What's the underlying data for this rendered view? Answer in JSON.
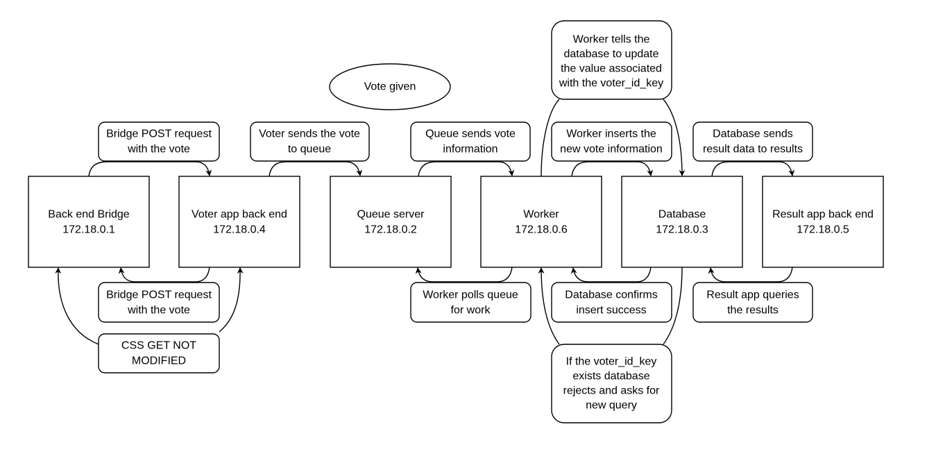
{
  "colors": {
    "stroke": "#000000",
    "fill": "#ffffff",
    "text": "#000000"
  },
  "title_ellipse": {
    "text": "Vote given"
  },
  "servers": [
    {
      "id": "back-end-bridge",
      "name": "Back end Bridge",
      "ip": "172.18.0.1"
    },
    {
      "id": "voter-app-back-end",
      "name": "Voter app back end",
      "ip": "172.18.0.4"
    },
    {
      "id": "queue-server",
      "name": "Queue server",
      "ip": "172.18.0.2"
    },
    {
      "id": "worker",
      "name": "Worker",
      "ip": "172.18.0.6"
    },
    {
      "id": "database",
      "name": "Database",
      "ip": "172.18.0.3"
    },
    {
      "id": "result-app-back-end",
      "name": "Result app back end",
      "ip": "172.18.0.5"
    }
  ],
  "labels": [
    {
      "id": "bridge-post-top",
      "lines": [
        "Bridge POST request",
        "with the vote"
      ]
    },
    {
      "id": "voter-sends",
      "lines": [
        "Voter sends the vote",
        "to queue"
      ]
    },
    {
      "id": "queue-sends",
      "lines": [
        "Queue sends vote",
        "information"
      ]
    },
    {
      "id": "worker-tells",
      "lines": [
        "Worker tells the",
        "database to update",
        "the value associated",
        "with the voter_id_key"
      ]
    },
    {
      "id": "worker-inserts",
      "lines": [
        "Worker inserts the",
        "new vote information"
      ]
    },
    {
      "id": "db-sends",
      "lines": [
        "Database sends",
        "result data to results"
      ]
    },
    {
      "id": "bridge-post-bottom",
      "lines": [
        "Bridge POST request",
        "with the vote"
      ]
    },
    {
      "id": "css-get",
      "lines": [
        "CSS GET NOT",
        "MODIFIED"
      ]
    },
    {
      "id": "worker-polls",
      "lines": [
        "Worker polls queue",
        "for work"
      ]
    },
    {
      "id": "db-confirms",
      "lines": [
        "Database confirms",
        "insert success"
      ]
    },
    {
      "id": "result-queries",
      "lines": [
        "Result app queries",
        "the results"
      ]
    },
    {
      "id": "voter-id-exists",
      "lines": [
        "If the voter_id_key",
        "exists database",
        "rejects and asks for",
        "new query"
      ]
    }
  ]
}
